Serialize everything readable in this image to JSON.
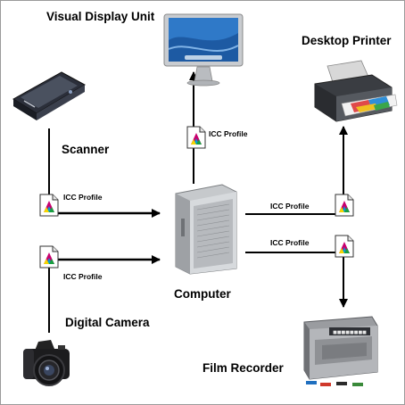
{
  "nodes": {
    "display": {
      "label": "Visual Display Unit",
      "icon": "monitor-icon"
    },
    "printer": {
      "label": "Desktop Printer",
      "icon": "printer-icon"
    },
    "scanner": {
      "label": "Scanner",
      "icon": "scanner-icon"
    },
    "computer": {
      "label": "Computer",
      "icon": "tower-computer-icon"
    },
    "camera": {
      "label": "Digital Camera",
      "icon": "camera-icon"
    },
    "film_recorder": {
      "label": "Film Recorder",
      "icon": "film-recorder-icon"
    }
  },
  "profiles": {
    "display": "ICC Profile",
    "scanner": "ICC Profile",
    "camera": "ICC Profile",
    "printer": "ICC Profile",
    "film_recorder": "ICC Profile"
  },
  "colors": {
    "line": "#000000",
    "arrow": "#000000",
    "icc_yellow": "#f5d600",
    "icc_magenta": "#c8006e",
    "icc_cyan": "#00a0d8",
    "icc_green": "#18a040",
    "screen_blue": "#2f79c8"
  }
}
